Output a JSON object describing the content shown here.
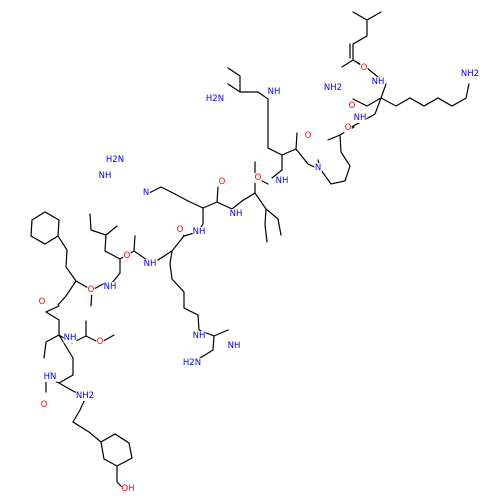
{
  "molecule": {
    "atom_labels": {
      "o": "O",
      "nh": "NH",
      "hn": "HN",
      "n": "N",
      "nh2": "NH2",
      "h2n": "H2N",
      "oh": "OH"
    },
    "colors": {
      "bond": "#000000",
      "oxygen": "#ff0000",
      "nitrogen": "#0000ff"
    }
  }
}
